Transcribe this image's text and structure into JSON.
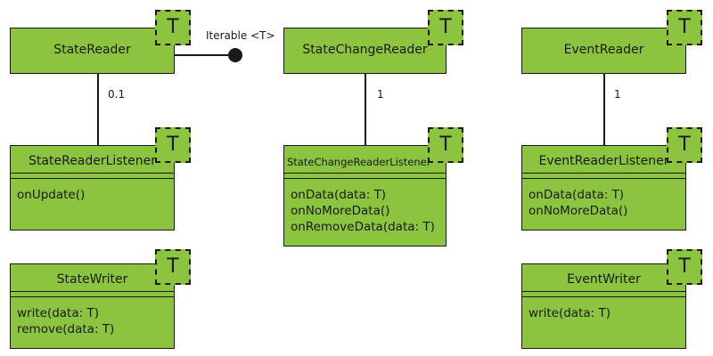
{
  "colors": {
    "box_fill": "#8cc43f",
    "line": "#1a1a1a"
  },
  "classes": {
    "state_reader": {
      "name": "StateReader",
      "type_param": "T"
    },
    "state_change_reader": {
      "name": "StateChangeReader",
      "type_param": "T"
    },
    "event_reader": {
      "name": "EventReader",
      "type_param": "T"
    },
    "state_reader_listener": {
      "name": "StateReaderListener",
      "type_param": "T",
      "operations": [
        "onUpdate()"
      ]
    },
    "state_change_reader_listener": {
      "name": "StateChangeReaderListener",
      "type_param": "T",
      "operations": [
        "onData(data: T)",
        "onNoMoreData()",
        "onRemoveData(data: T)"
      ]
    },
    "event_reader_listener": {
      "name": "EventReaderListener",
      "type_param": "T",
      "operations": [
        "onData(data: T)",
        "onNoMoreData()"
      ]
    },
    "state_writer": {
      "name": "StateWriter",
      "type_param": "T",
      "operations": [
        "write(data: T)",
        "remove(data: T)"
      ]
    },
    "event_writer": {
      "name": "EventWriter",
      "type_param": "T",
      "operations": [
        "write(data: T)"
      ]
    }
  },
  "associations": {
    "state_reader_listener": "0.1",
    "state_change_reader_listener": "1",
    "event_reader_listener": "1"
  },
  "interface": {
    "label": "Iterable <T>"
  }
}
